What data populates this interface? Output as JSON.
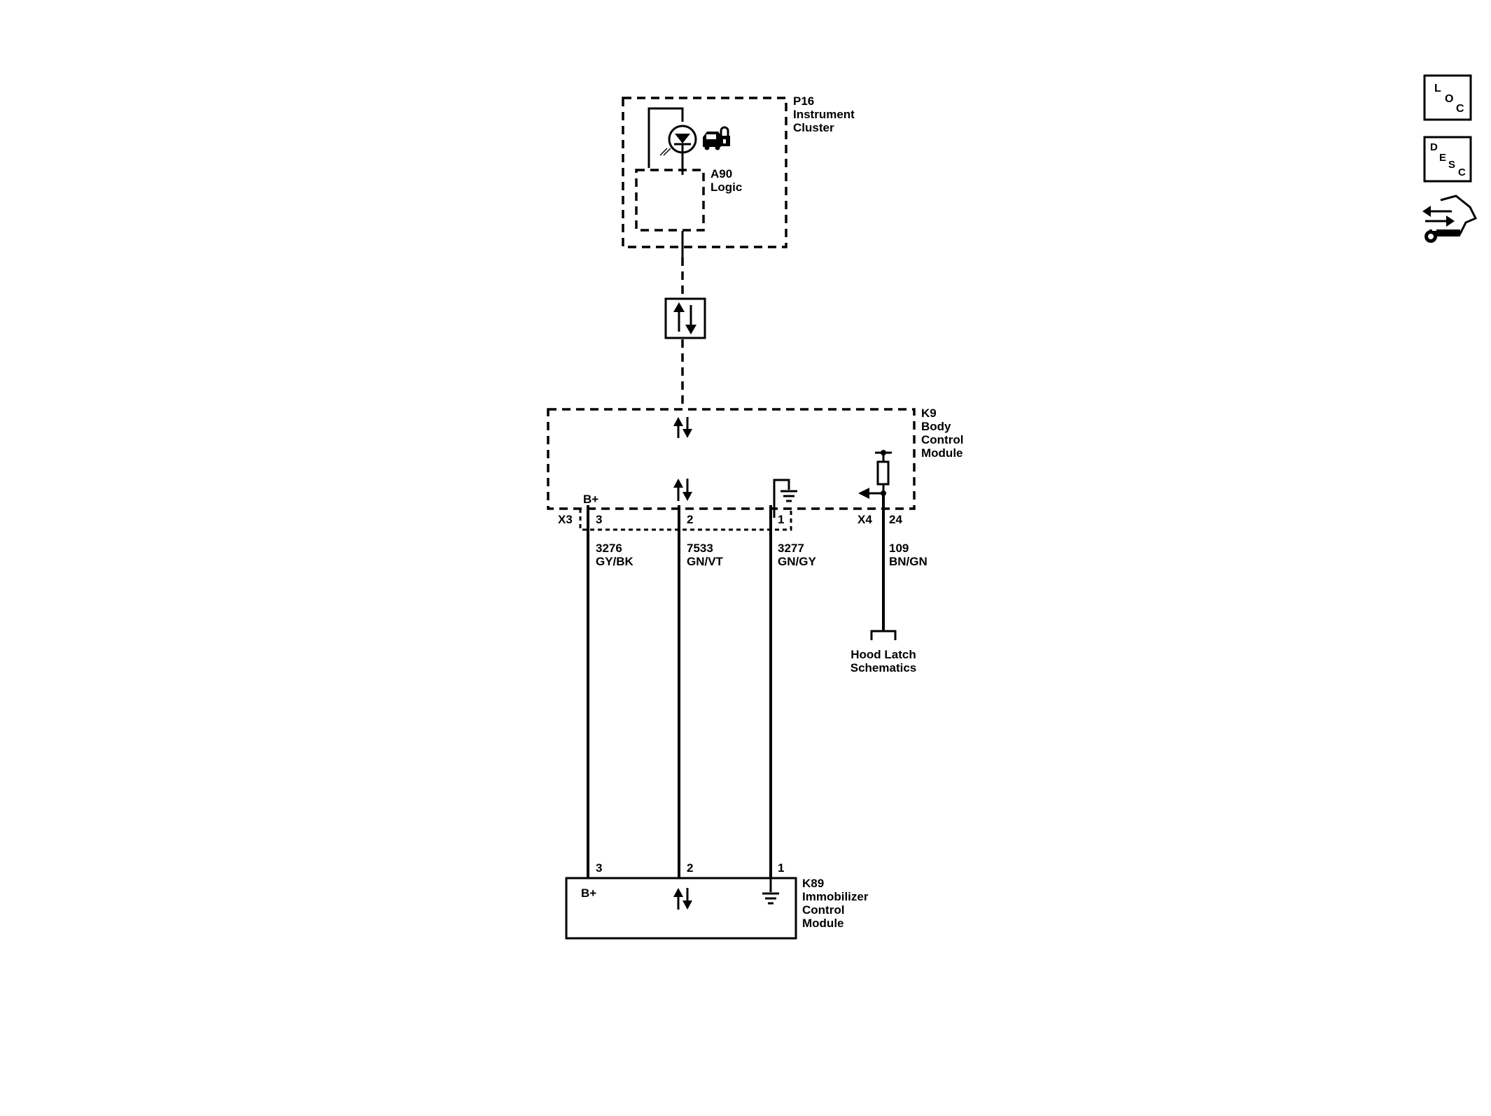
{
  "components": {
    "p16": {
      "id": "P16",
      "name_line1": "Instrument",
      "name_line2": "Cluster"
    },
    "a90": {
      "id": "A90",
      "name": "Logic"
    },
    "k9": {
      "id": "K9",
      "name_line1": "Body",
      "name_line2": "Control",
      "name_line3": "Module"
    },
    "k89": {
      "id": "K89",
      "name_line1": "Immobilizer",
      "name_line2": "Control",
      "name_line3": "Module"
    }
  },
  "k9_internal": {
    "bplus": "B+"
  },
  "k89_internal": {
    "bplus": "B+"
  },
  "connectors": {
    "x3": {
      "label": "X3",
      "pins": [
        "3",
        "2",
        "1"
      ]
    },
    "x4": {
      "label": "X4",
      "pin": "24"
    }
  },
  "k89_pins": [
    "3",
    "2",
    "1"
  ],
  "wires": [
    {
      "circuit": "3276",
      "color": "GY/BK"
    },
    {
      "circuit": "7533",
      "color": "GN/VT"
    },
    {
      "circuit": "3277",
      "color": "GN/GY"
    },
    {
      "circuit": "109",
      "color": "BN/GN"
    }
  ],
  "reference": {
    "line1": "Hood Latch",
    "line2": "Schematics"
  },
  "side_icons": {
    "loc": {
      "icon": "loc-icon",
      "l": "L",
      "o": "O",
      "c": "C"
    },
    "desc": {
      "icon": "desc-icon",
      "d": "D",
      "e": "E",
      "s": "S",
      "c": "C"
    },
    "connector_repair": {
      "icon": "connector-repair-icon"
    }
  }
}
